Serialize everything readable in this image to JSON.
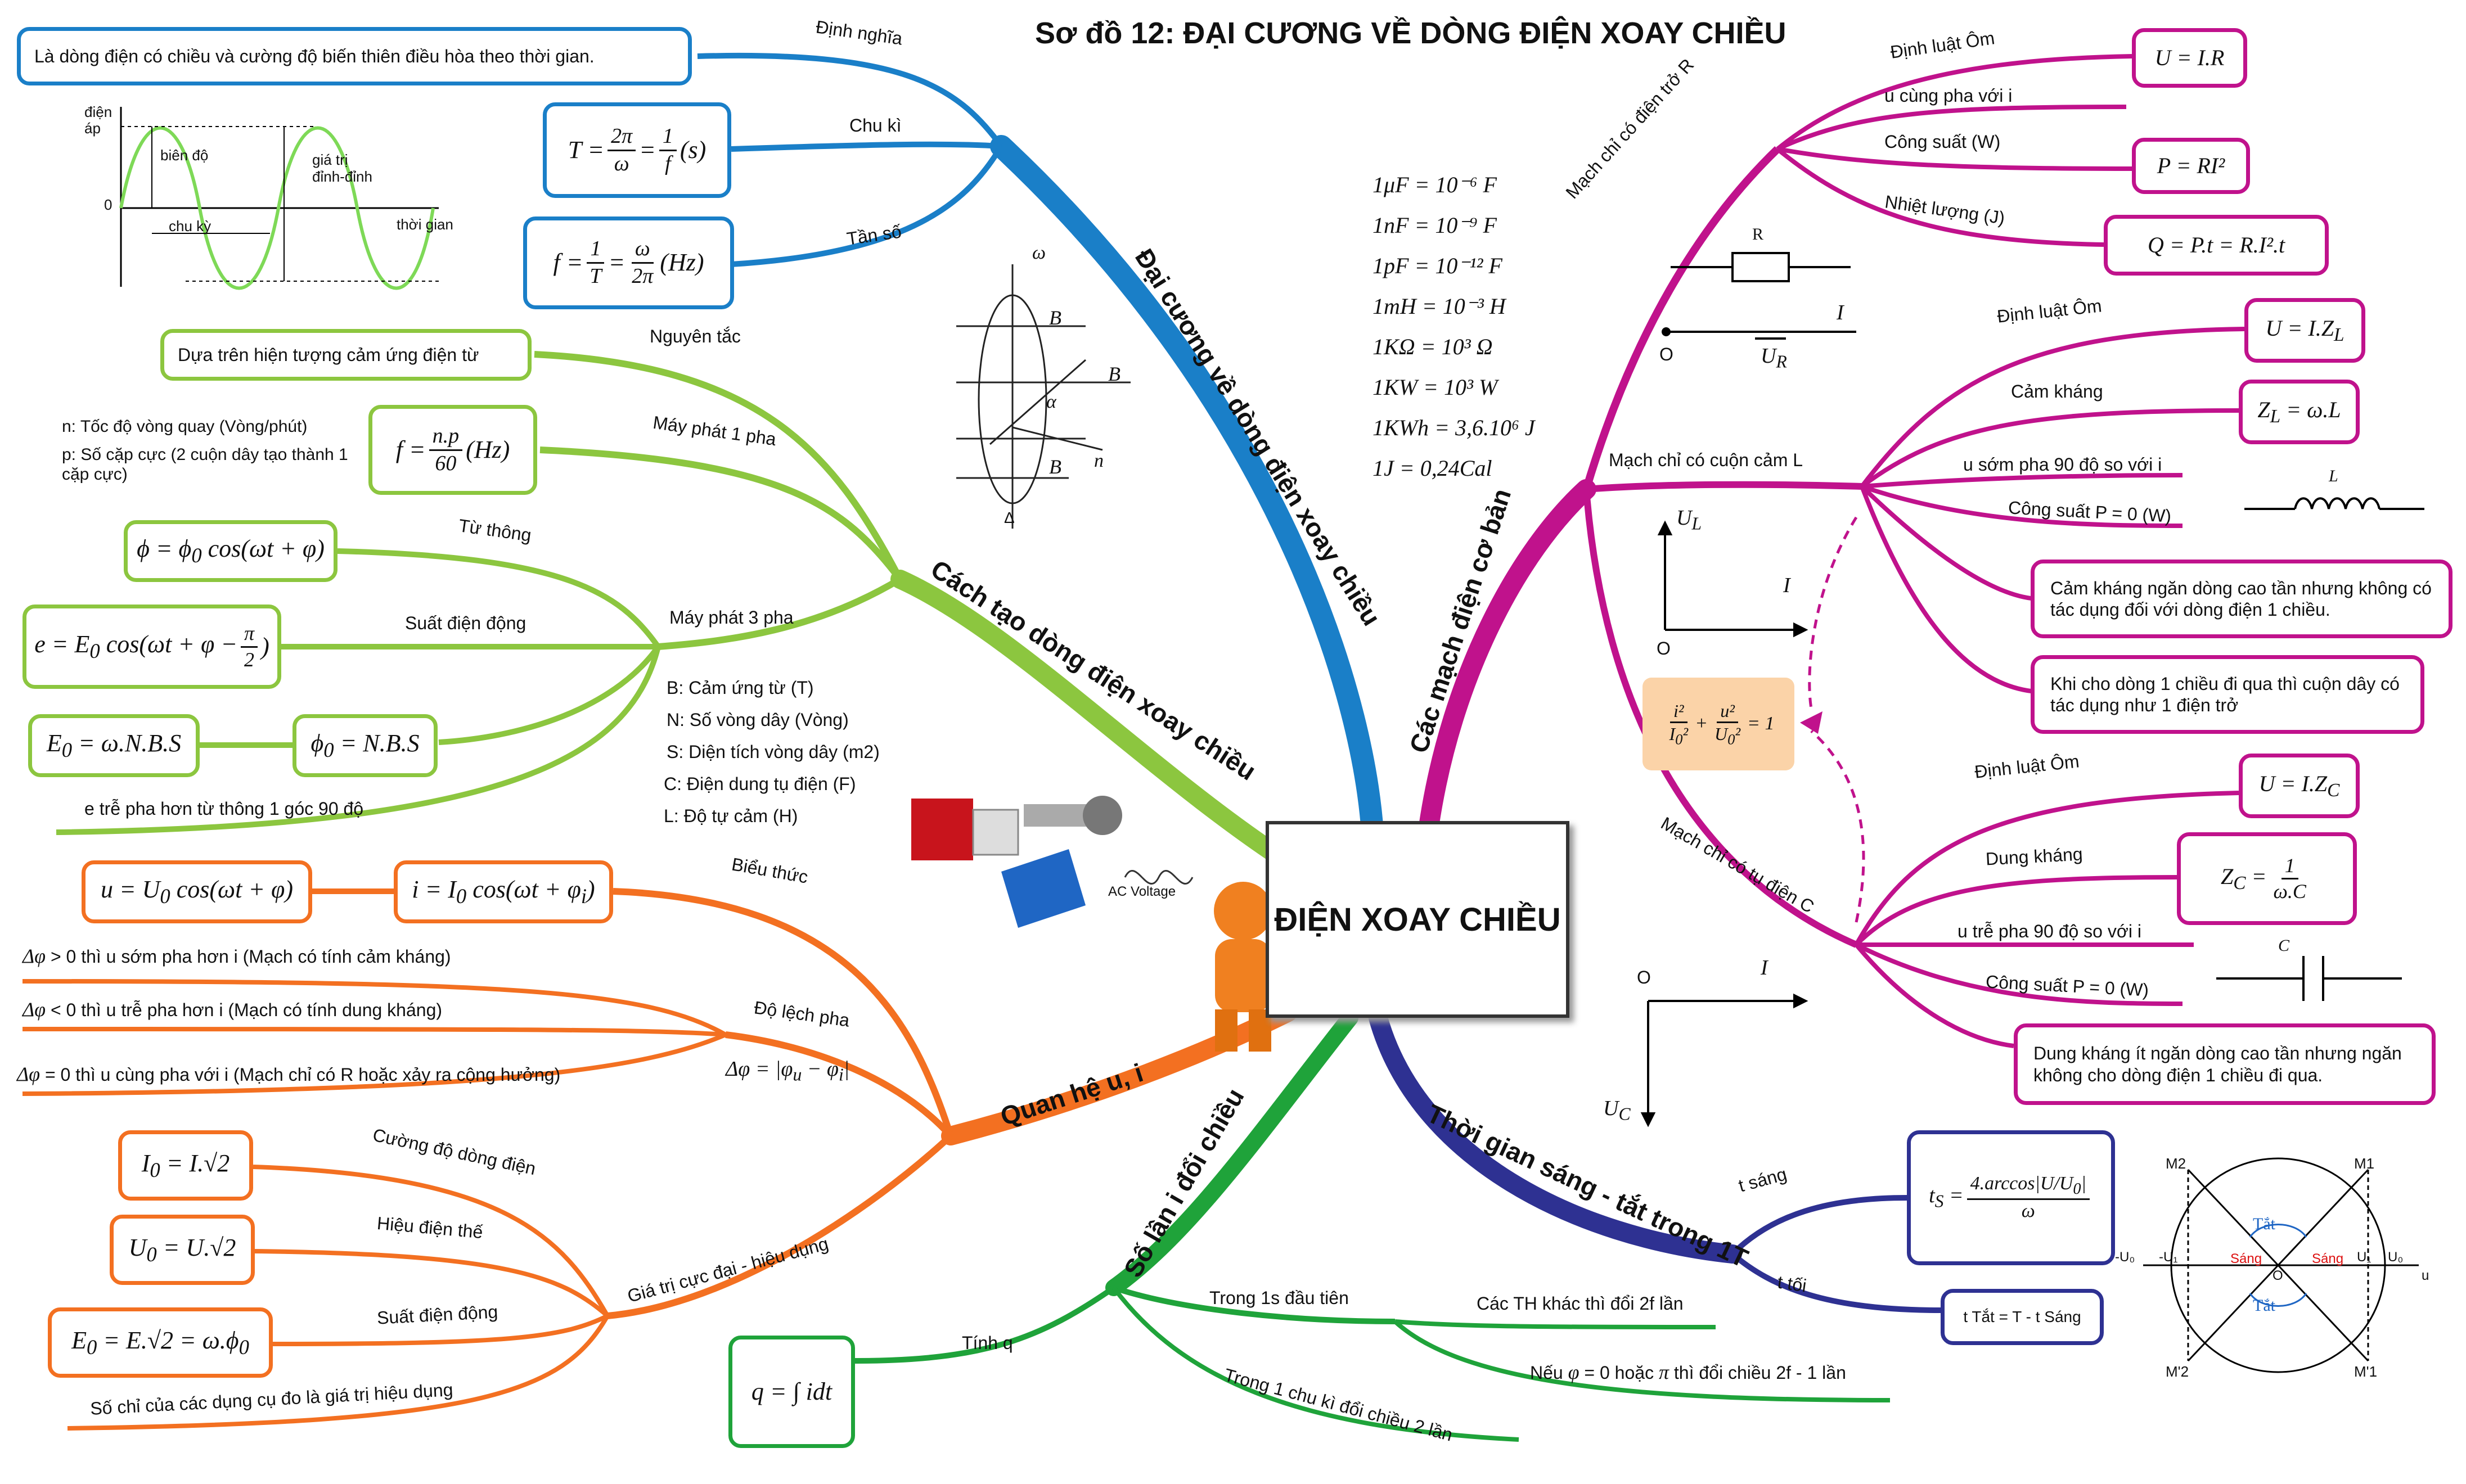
{
  "title": "Sơ đồ 12: ĐẠI CƯƠNG VỀ DÒNG ĐIỆN XOAY CHIỀU",
  "center": "ĐIỆN XOAY CHIỀU",
  "colors": {
    "blue": "#1a7fc8",
    "green": "#8cc63f",
    "orange": "#f37021",
    "magenta": "#c0128c",
    "navy": "#2e3192",
    "dark_green": "#1fa33a",
    "formula_bg": "#fbd3a8"
  },
  "branches": {
    "dai_cuong": {
      "label": "Đại cương về dòng điện xoay chiều",
      "definition_label": "Định nghĩa",
      "definition": "Là dòng điện có chiều và cường độ biến thiên điều hòa theo thời gian.",
      "period_label": "Chu kì",
      "frequency_label": "Tần số",
      "graph": {
        "y_label": "điện áp",
        "amplitude_label": "biên độ",
        "peak_label": "giá trị đỉnh-đỉnh",
        "period_label": "chu kỳ",
        "time_label": "thời gian",
        "zero": "0"
      }
    },
    "cach_tao": {
      "label": "Cách tạo dòng điện xoay chiều",
      "principle_label": "Nguyên tắc",
      "principle": "Dựa trên hiện tượng cảm ứng điện từ",
      "one_phase_label": "Máy phát 1 pha",
      "three_phase_label": "Máy phát 3 pha",
      "flux_label": "Từ thông",
      "emf_label": "Suất điện động",
      "note_n": "n: Tốc độ vòng quay (Vòng/phút)",
      "note_p": "p: Số cặp cực (2 cuộn dây tạo thành 1 cặp cực)",
      "lag_note": "e trễ pha hơn từ thông 1 góc 90 độ",
      "legend": [
        "B: Cảm ứng từ (T)",
        "N: Số vòng dây (Vòng)",
        "S: Diện tích vòng dây (m2)",
        "C: Điện dung tụ điện (F)",
        "L: Độ tự cảm (H)"
      ],
      "generator_label": "AC Voltage",
      "coil_figure": {
        "omega": "ω",
        "alpha": "α",
        "B": "B",
        "n": "n",
        "delta": "Δ"
      }
    },
    "quan_he": {
      "label": "Quan hệ u, i",
      "expression_label": "Biểu thức",
      "phase_label": "Độ lệch pha",
      "phase_gt": "> 0 thì u sớm pha hơn i (Mạch có tính cảm kháng)",
      "phase_lt": "< 0 thì u trễ pha hơn i (Mạch có tính dung kháng)",
      "phase_eq": "= 0 thì u cùng pha với i (Mạch chỉ có R hoặc xảy ra cộng hưởng)",
      "max_eff_label": "Giá trị cực đại - hiệu dụng",
      "current_label": "Cường độ dòng điện",
      "voltage_label": "Hiệu điện thế",
      "emf_label": "Suất điện động",
      "meter_note": "Số chỉ của các dụng cụ đo là giá trị hiệu dụng"
    },
    "so_lan": {
      "label": "Số lần i đổi chiều",
      "charge_label": "Tính q",
      "first_second": "Trong 1s đầu tiên",
      "other_cases": "Các TH khác thì đổi 2f lần",
      "phi_case_prefix": "Nếu",
      "phi_case_mid": "= 0 hoặc",
      "phi_case_suffix": "thì đổi chiều 2f - 1 lần",
      "one_period": "Trong 1 chu kì đổi chiều 2 lần"
    },
    "thoi_gian": {
      "label": "Thời gian sáng - tắt trong 1T",
      "on_label": "t sáng",
      "off_label": "t tối",
      "off_formula": "t Tắt  =  T - t Sáng",
      "circle": {
        "M1": "M1",
        "M2": "M2",
        "M1p": "M'1",
        "M2p": "M'2",
        "U0": "U₀",
        "negU0": "-U₀",
        "U1": "U₁",
        "negU1": "-U₁",
        "O": "O",
        "u": "u",
        "on": "Sáng",
        "off": "Tắt"
      }
    },
    "mach": {
      "label": "Các mạch điện cơ bản",
      "R_label": "Mạch chỉ có điện trở R",
      "ohm_label": "Định luật Ôm",
      "in_phase": "u cùng pha với i",
      "power_label": "Công suất (W)",
      "heat_label": "Nhiệt lượng (J)",
      "R_symbol": "R",
      "L_label": "Mạch chỉ có cuộn cảm L",
      "L_ohm_label": "Định luật Ôm",
      "inductive_label": "Cảm kháng",
      "u_lead": "u sớm pha 90 độ so với i",
      "zero_power": "Công suất P = 0 (W)",
      "L_symbol": "L",
      "L_note1": "Cảm kháng ngăn dòng cao tần nhưng không có tác dụng đối với dòng điện 1 chiều.",
      "L_note2": "Khi cho dòng 1 chiều đi qua thì cuộn dây có tác dụng như 1 điện trở",
      "C_label": "Mạch chỉ có tụ điện C",
      "C_ohm_label": "Định luật Ôm",
      "capacitive_label": "Dung kháng",
      "u_lag": "u trễ pha 90 độ so với i",
      "C_zero_power": "Công suất P = 0 (W)",
      "C_symbol": "C",
      "C_note": "Dung kháng ít ngăn dòng cao tần nhưng ngăn không cho dòng điện 1 chiều đi qua.",
      "O": "O"
    }
  },
  "units": [
    "1μF = 10⁻⁶ F",
    "1nF = 10⁻⁹ F",
    "1pF = 10⁻¹² F",
    "1mH = 10⁻³ H",
    "1KΩ = 10³ Ω",
    "1KW = 10³ W",
    "1KWh = 3,6.10⁶ J",
    "1J = 0,24Cal"
  ]
}
